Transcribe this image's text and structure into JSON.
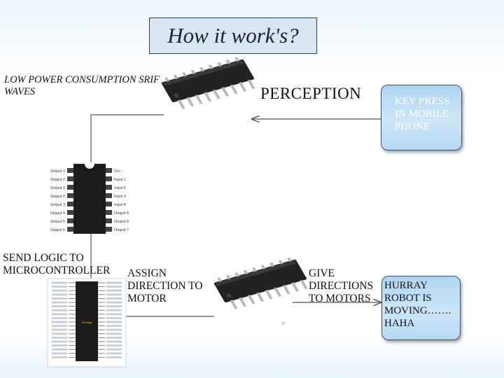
{
  "title": "How it work's?",
  "labels": {
    "low_power": [
      "LOW POWER CONSUMPTION SRIF",
      "WAVES"
    ],
    "perception": "PERCEPTION",
    "send_logic": [
      "SEND LOGIC TO",
      "MICROCONTROLLER"
    ],
    "assign": [
      "ASSIGN",
      "DIRECTION TO",
      "MOTOR"
    ],
    "give": [
      "GIVE",
      "DIRECTIONS",
      "TO MOTORS"
    ]
  },
  "boxes": {
    "key_press": [
      "KEY PRESS",
      "IN MOBILE",
      "PHONE"
    ],
    "hurray": [
      "HURRAY",
      "ROBOT IS",
      "MOVING…….",
      "HAHA"
    ]
  },
  "pinout": {
    "left_pins": [
      "Output 1",
      "Output 2",
      "Output 1",
      "Output 2",
      "Output 3",
      "Output 4",
      "Output 5",
      "Output 6"
    ],
    "right_pins": [
      "Vcc",
      "Input 1",
      "Input 2",
      "Input 3",
      "Input 4",
      "Output 5",
      "Output 6",
      "Output 7"
    ]
  },
  "colors": {
    "title_bg": "#d8e6f4",
    "box_fill": "#b7dcf4",
    "chip": "#222222",
    "arrow": "#555555"
  },
  "icons": {
    "chip": "dip-ic-chip",
    "mcu": "microcontroller-pinout"
  }
}
